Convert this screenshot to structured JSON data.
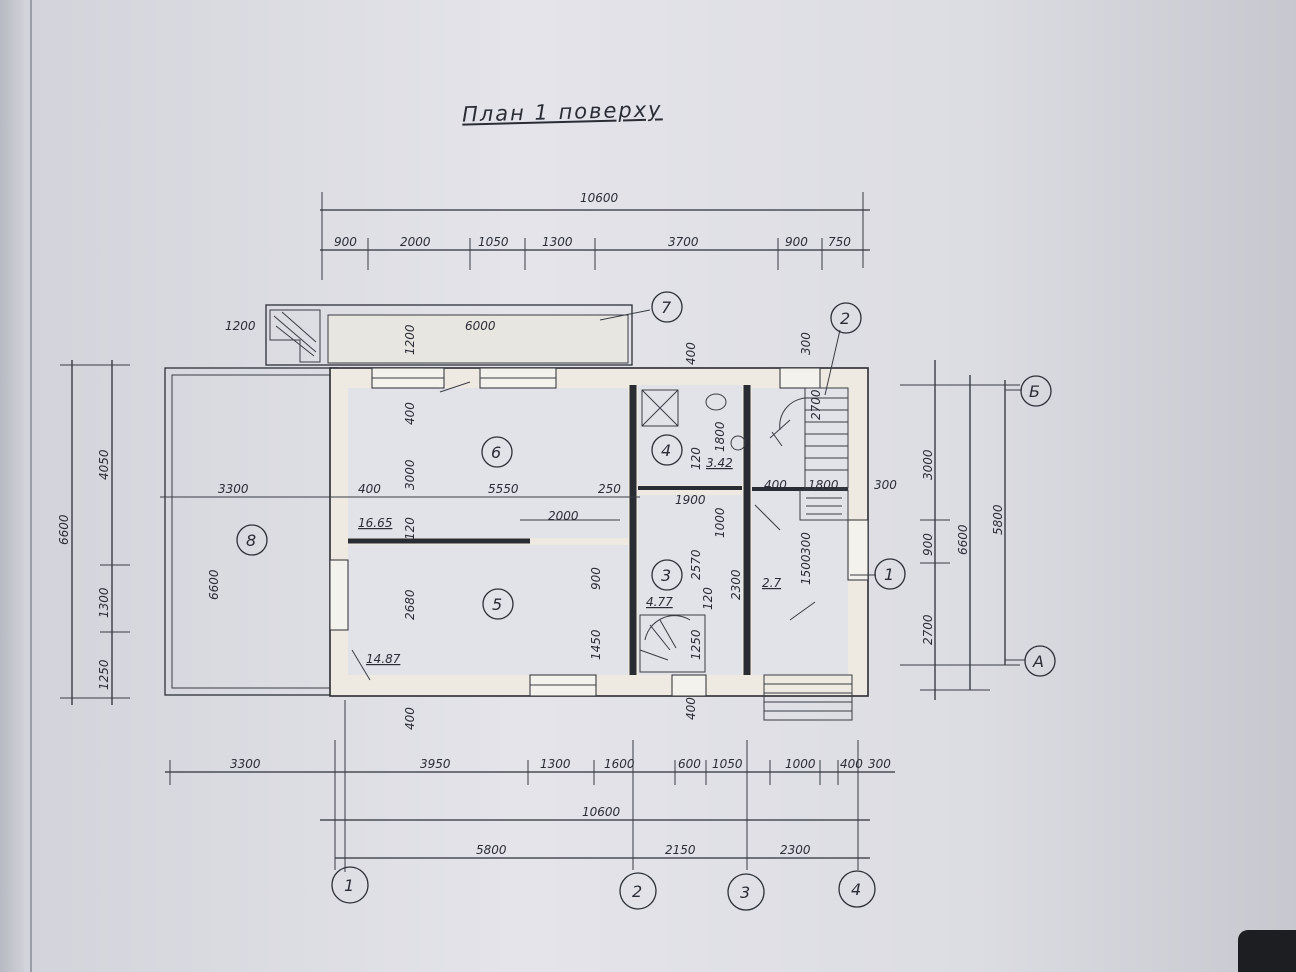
{
  "title": "План 1 поверху",
  "dims_top_total": "10600",
  "dims_top": [
    "900",
    "2000",
    "1050",
    "1300",
    "3700",
    "900",
    "750"
  ],
  "dims_bottom": [
    "3300",
    "3950",
    "1300",
    "1600",
    "600",
    "1050",
    "1000",
    "400",
    "300"
  ],
  "dims_bottom_total": "10600",
  "dims_bottom_axes": [
    "5800",
    "2150",
    "2300"
  ],
  "dims_left_outer": "6600",
  "dims_left_inner": [
    "4050",
    "1300",
    "1250"
  ],
  "dims_right": [
    "3000",
    "900",
    "2700"
  ],
  "dims_right_mid": "6600",
  "dims_right_outer": "5800",
  "interior_dims": [
    "1200",
    "6000",
    "1200",
    "400",
    "3300",
    "6600",
    "400",
    "3000",
    "5550",
    "250",
    "2000",
    "120",
    "2680",
    "900",
    "1450",
    "2570",
    "1000",
    "1900",
    "120",
    "1800",
    "400",
    "1800",
    "300",
    "2700",
    "300",
    "1500",
    "300",
    "2300",
    "120",
    "1250",
    "400",
    "400",
    "400"
  ],
  "room_areas": [
    "16.65",
    "14.87",
    "3.42",
    "4.77",
    "2.7"
  ],
  "room_numbers": [
    "1",
    "2",
    "3",
    "4",
    "5",
    "6",
    "7",
    "8"
  ],
  "axes_horizontal": [
    "1",
    "2",
    "3",
    "4"
  ],
  "axes_vertical": [
    "Б",
    "А"
  ],
  "colors": {
    "ink": "#2e3038",
    "paper": "#e4e4ea",
    "wall_fill": "#eeeae2"
  }
}
